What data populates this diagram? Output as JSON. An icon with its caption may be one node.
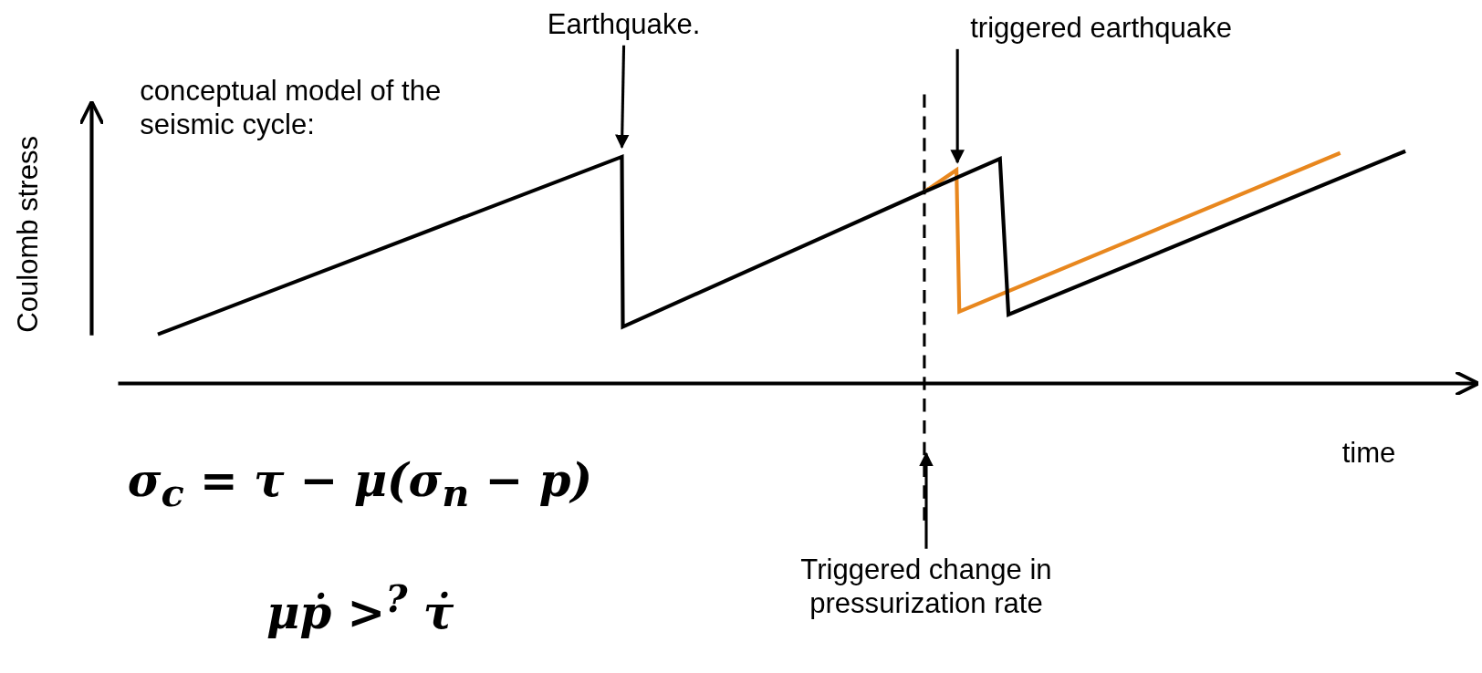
{
  "diagram": {
    "nodes": [
      {
        "text": [
          "Earthquake."
        ]
      },
      {
        "text": [
          "triggered earthquake"
        ]
      },
      {
        "text": [
          "Triggered change in pressurization rate"
        ]
      }
    ],
    "edges": [
      {
        "from": 0,
        "to": null,
        "arrow": "to"
      },
      {
        "from": 1,
        "to": null,
        "arrow": "to"
      },
      {
        "from": 2,
        "to": null,
        "arrow": "to"
      }
    ],
    "labels": [
      "conceptual model of the seismic cycle:",
      "Coulomb stress",
      "time",
      "σ$_{c}$ = τ − μ(σ$_{n}$ − p)",
      "μṗ >$^{?}$ τ̇"
    ]
  }
}
